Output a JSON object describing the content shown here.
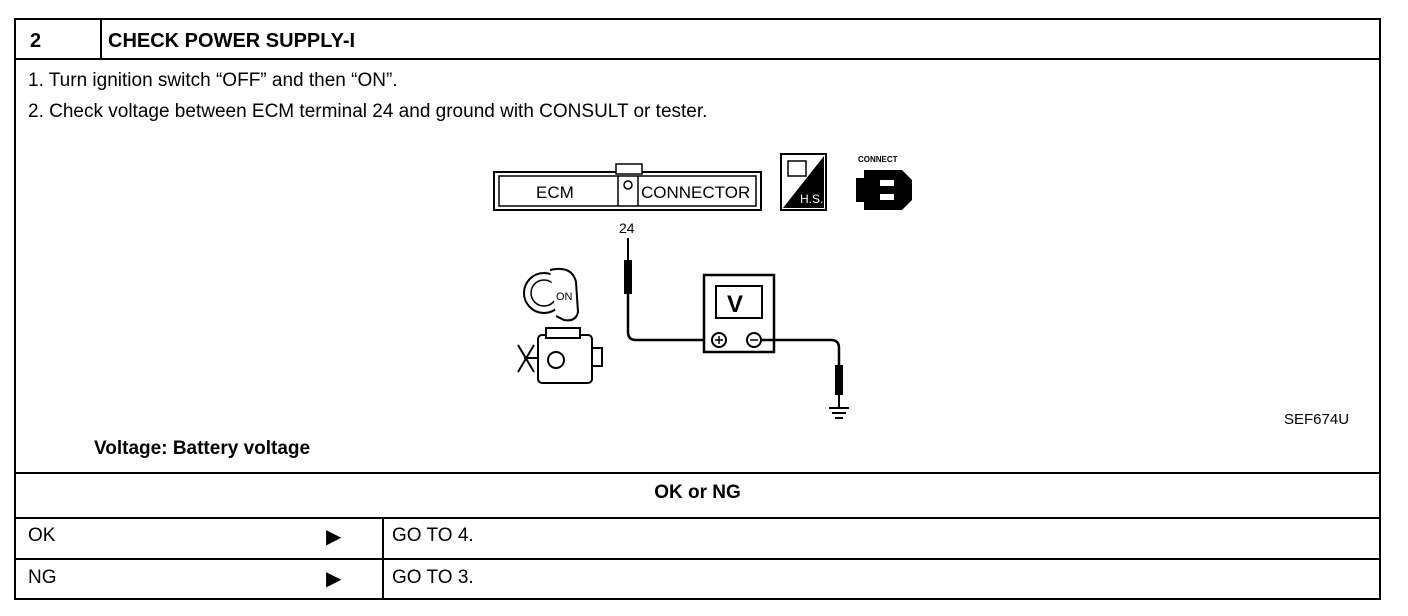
{
  "header": {
    "number": "2",
    "title": "CHECK POWER SUPPLY-I"
  },
  "steps": [
    "1. Turn ignition switch “OFF” and then “ON”.",
    "2. Check voltage between ECM terminal 24 and ground with CONSULT or tester."
  ],
  "diagram": {
    "ecm_label": "ECM",
    "connector_label": "CONNECTOR",
    "terminal": "24",
    "meter_label": "V",
    "ignition_label": "ON",
    "hs_label": "H.S.",
    "connect_label": "CONNECT",
    "figure_code": "SEF674U"
  },
  "spec": "Voltage: Battery voltage",
  "result_prompt": "OK or NG",
  "results": [
    {
      "label": "OK",
      "arrow": "▶",
      "action": "GO TO 4."
    },
    {
      "label": "NG",
      "arrow": "▶",
      "action": "GO TO 3."
    }
  ]
}
